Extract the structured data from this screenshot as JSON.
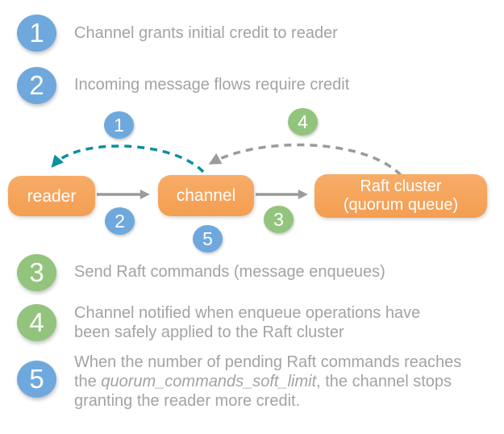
{
  "colors": {
    "blue": "#6fa8dc",
    "green": "#93c47d",
    "orange": "#f5a45d",
    "teal": "#0c909e",
    "arrow_gray": "#9b9b9b",
    "text_gray": "#a3a3a3",
    "node_text": "#ffffff"
  },
  "steps_top": [
    {
      "num": "1",
      "text": "Channel grants initial credit to reader"
    },
    {
      "num": "2",
      "text": "Incoming message flows require credit"
    }
  ],
  "diagram": {
    "nodes": {
      "reader": {
        "label": "reader"
      },
      "channel": {
        "label": "channel"
      },
      "raft": {
        "line1": "Raft cluster",
        "line2": "(quorum queue)"
      }
    },
    "badges": {
      "b1": "1",
      "b2": "2",
      "b3": "3",
      "b4": "4",
      "b5": "5"
    }
  },
  "steps_bottom": [
    {
      "num": "3",
      "line1": "Send Raft commands (message enqueues)"
    },
    {
      "num": "4",
      "line1": "Channel notified when enqueue operations have",
      "line2": "been safely applied to the Raft cluster"
    },
    {
      "num": "5",
      "line1": "When the number of pending Raft commands reaches",
      "line2_prefix": "the ",
      "line2_italic": "quorum_commands_soft_limit",
      "line2_suffix": ", the channel stops",
      "line3": "granting the reader more credit."
    }
  ]
}
